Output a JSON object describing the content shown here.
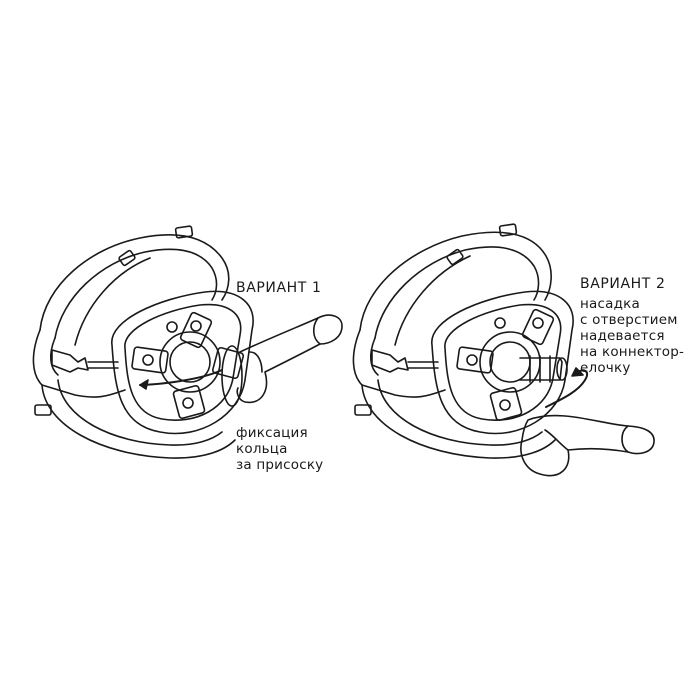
{
  "variant1": {
    "title": "ВАРИАНТ 1",
    "caption": [
      "фиксация",
      "кольца",
      "за присоску"
    ]
  },
  "variant2": {
    "title": "ВАРИАНТ 2",
    "caption": [
      "насадка",
      "с отверстием",
      "надевается",
      "на коннектор-",
      "елочку"
    ]
  },
  "colors": {
    "ink": "#1a1a1a",
    "paper": "#ffffff"
  }
}
